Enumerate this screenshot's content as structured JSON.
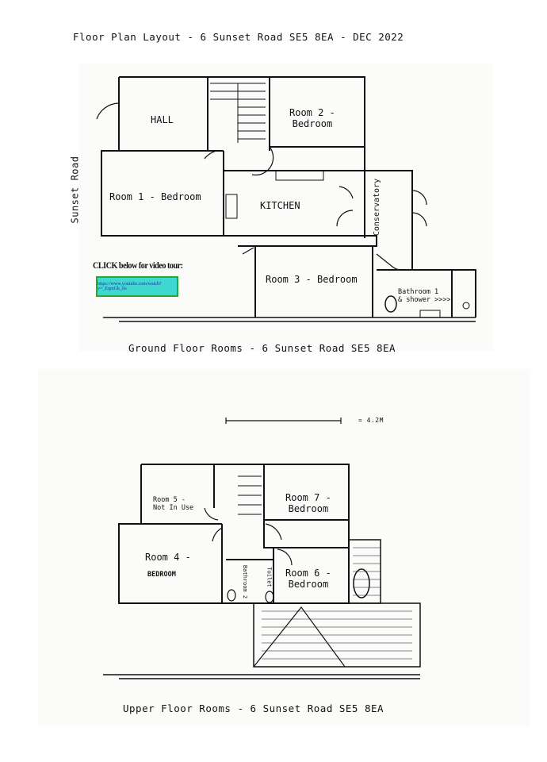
{
  "title": "Floor Plan Layout - 6 Sunset Road SE5 8EA - DEC 2022",
  "street_label": "Sunset Road",
  "ground_floor": {
    "caption": "Ground Floor Rooms - 6 Sunset Road SE5 8EA",
    "rooms": {
      "hall": "HALL",
      "room2": "Room 2 -\nBedroom",
      "room1": "Room 1 - Bedroom",
      "kitchen": "KITCHEN",
      "conservatory": "Conservatory",
      "room3": "Room 3 - Bedroom",
      "bathroom1": "Bathroom 1\n& shower >>>>"
    },
    "video_prompt": "CLICK below for video tour:",
    "video_link": "https://www.youtube.com/watch?v=_EqmGk_tls",
    "link_colors": {
      "fill": "#3fd8d0",
      "border": "#22aa33"
    }
  },
  "upper_floor": {
    "caption": "Upper Floor Rooms - 6 Sunset Road SE5 8EA",
    "scale_label": "= 4.2M",
    "rooms": {
      "room5": "Room 5 -\nNot In Use",
      "room7": "Room 7 -\nBedroom",
      "room4": "Room 4 -",
      "room4_sub": "BEDROOM",
      "bathroom2": "Bathroom 2",
      "toilet": "Toilet",
      "room6": "Room 6 -\nBedroom"
    }
  }
}
